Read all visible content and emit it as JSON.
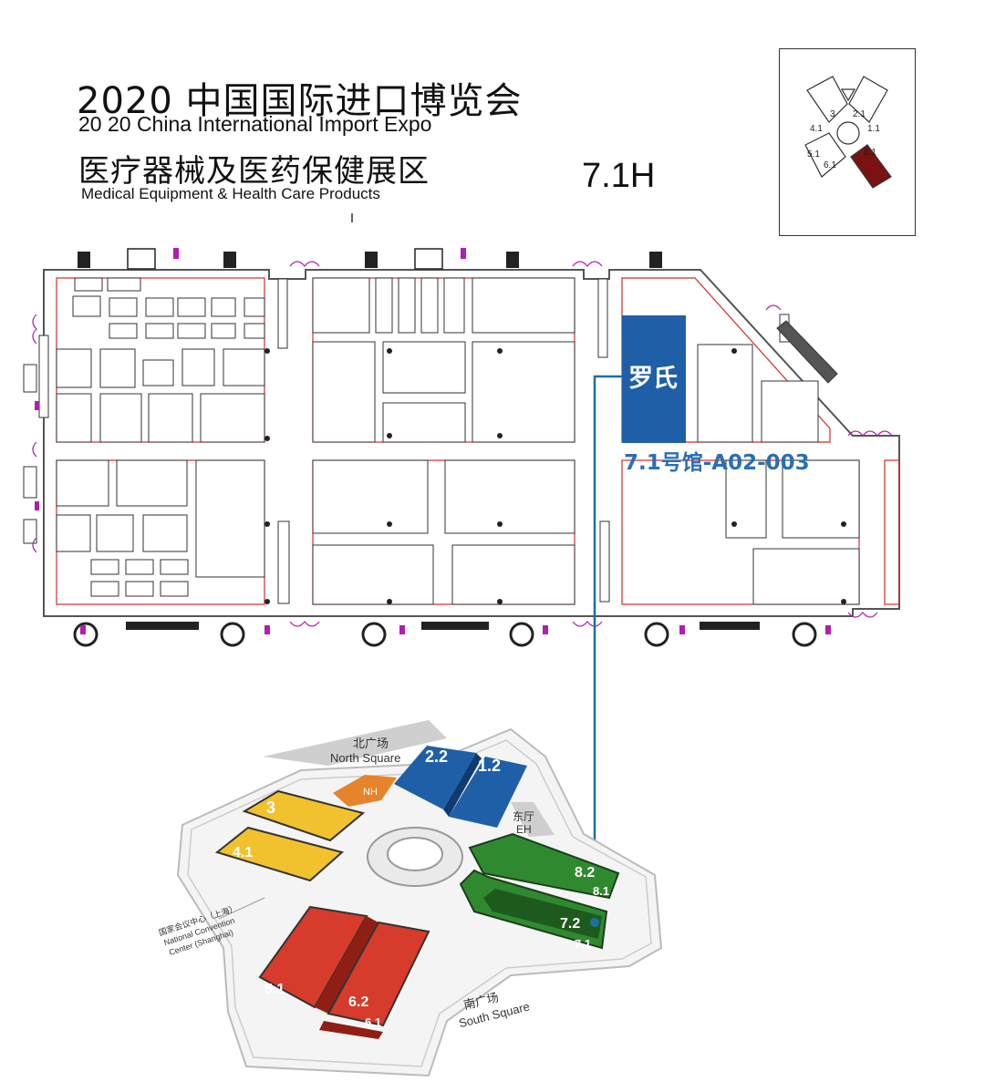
{
  "header": {
    "title_cn": "2020  中国国际进口博览会",
    "title_en": "20 20 China International Import Expo",
    "subtitle_cn": "医疗器械及医药保健展区",
    "subtitle_en": "Medical Equipment & Health Care Products",
    "hall_code": "7.1H"
  },
  "mini_map": {
    "labels": [
      "3",
      "2.1",
      "4.1",
      "1.1",
      "5.1",
      "6.1",
      "8.1"
    ],
    "highlight_color": "#7a1212"
  },
  "floor_plan": {
    "exhibitor_name": "罗氏",
    "booth_code": "7.1号馆-A02-003",
    "booth_color": "#1f5fa8",
    "code_color": "#2a6fb5",
    "wall_color": "#d12b2b",
    "facility_color": "#b01fb0"
  },
  "venue_map": {
    "north_square_cn": "北广场",
    "north_square_en": "North Square",
    "nh": "NH",
    "eh_cn": "东厅",
    "eh_en": "EH",
    "south_square_cn": "南广场",
    "south_square_en": "South Square",
    "center_cn": "国家会议中心（上海）",
    "center_en_1": "National Convention",
    "center_en_2": "Center (Shanghai)",
    "halls": [
      "2.2",
      "1.2",
      "3",
      "4.1",
      "8.2",
      "8.1",
      "7.2",
      "7.1",
      "5.1",
      "6.2",
      "6.1"
    ]
  },
  "colors": {
    "blue_hall": "#1f5fa8",
    "yellow_hall": "#f2c12e",
    "green_hall": "#2f8a2f",
    "red_hall": "#d63b2b",
    "orange_hall": "#e5842a",
    "line": "#1c6fa3"
  }
}
